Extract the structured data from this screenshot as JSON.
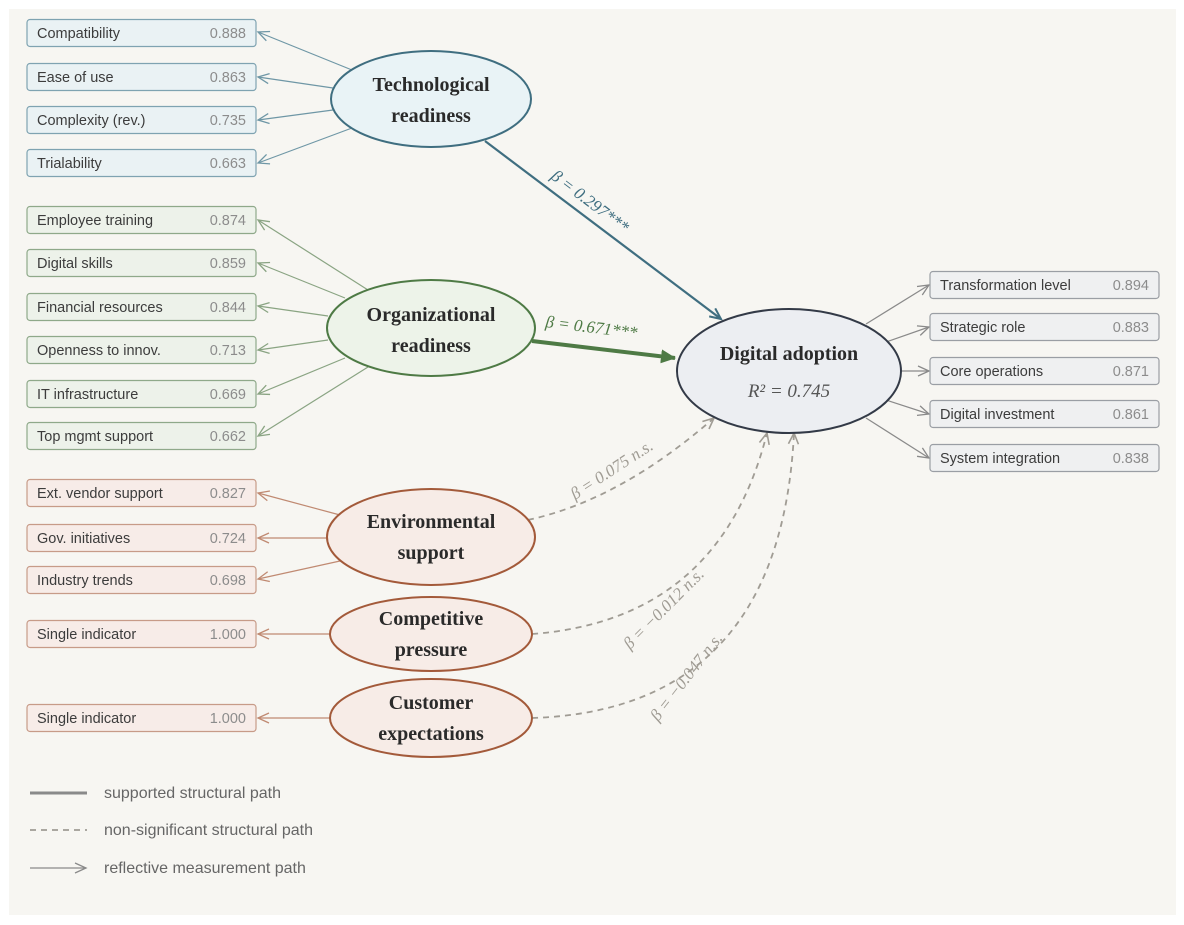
{
  "constructs": {
    "tech": {
      "line1": "Technological",
      "line2": "readiness"
    },
    "org": {
      "line1": "Organizational",
      "line2": "readiness"
    },
    "env": {
      "line1": "Environmental",
      "line2": "support"
    },
    "comp": {
      "line1": "Competitive",
      "line2": "pressure"
    },
    "cust": {
      "line1": "Customer",
      "line2": "expectations"
    },
    "dig": {
      "line1": "Digital adoption",
      "r2": "R² = 0.745"
    }
  },
  "indicators": {
    "tech": [
      {
        "label": "Compatibility",
        "loading": "0.888"
      },
      {
        "label": "Ease of use",
        "loading": "0.863"
      },
      {
        "label": "Complexity (rev.)",
        "loading": "0.735"
      },
      {
        "label": "Trialability",
        "loading": "0.663"
      }
    ],
    "org": [
      {
        "label": "Employee training",
        "loading": "0.874"
      },
      {
        "label": "Digital skills",
        "loading": "0.859"
      },
      {
        "label": "Financial resources",
        "loading": "0.844"
      },
      {
        "label": "Openness to innov.",
        "loading": "0.713"
      },
      {
        "label": "IT infrastructure",
        "loading": "0.669"
      },
      {
        "label": "Top mgmt support",
        "loading": "0.662"
      }
    ],
    "env": [
      {
        "label": "Ext. vendor support",
        "loading": "0.827"
      },
      {
        "label": "Gov. initiatives",
        "loading": "0.724"
      },
      {
        "label": "Industry trends",
        "loading": "0.698"
      }
    ],
    "comp": [
      {
        "label": "Single indicator",
        "loading": "1.000"
      }
    ],
    "cust": [
      {
        "label": "Single indicator",
        "loading": "1.000"
      }
    ],
    "dig": [
      {
        "label": "Transformation level",
        "loading": "0.894"
      },
      {
        "label": "Strategic role",
        "loading": "0.883"
      },
      {
        "label": "Core operations",
        "loading": "0.871"
      },
      {
        "label": "Digital investment",
        "loading": "0.861"
      },
      {
        "label": "System integration",
        "loading": "0.838"
      }
    ]
  },
  "paths": {
    "tech": "β = 0.297***",
    "org": "β = 0.671***",
    "env": "β = 0.075 n.s.",
    "comp": "β = −0.012 n.s.",
    "cust": "β = −0.047 n.s."
  },
  "legend": {
    "supported": "supported structural path",
    "nonsig": "non-significant structural path",
    "reflective": "reflective measurement path"
  },
  "colors": {
    "tech": "#3f6e80",
    "org": "#4e7a45",
    "env": "#a35a3a",
    "dig": "#333a47",
    "nonsig": "#a09c94",
    "reflective": "#8a8a8a"
  }
}
